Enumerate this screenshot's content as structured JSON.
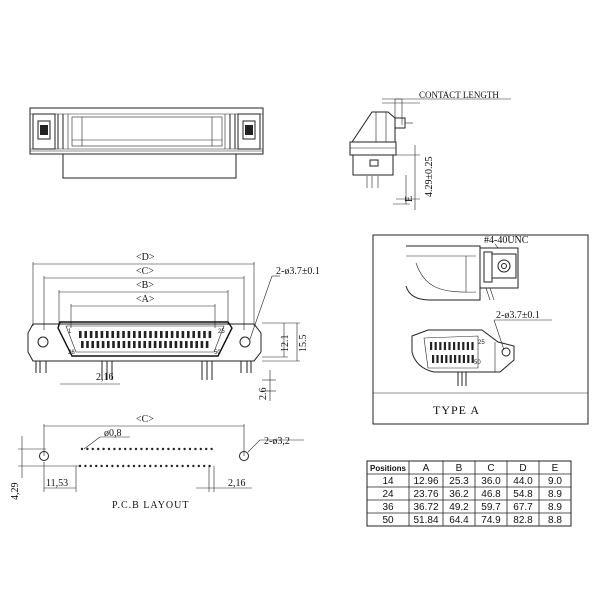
{
  "labels": {
    "contact_length": "CONTACT LENGTH",
    "side_height": "4.29±0.25",
    "side_e": "E",
    "dim_d": "<D>",
    "dim_c": "<C>",
    "dim_b": "<B>",
    "dim_a": "<A>",
    "mount_hole": "2-ø3.7±0.1",
    "height_12_1": "12.1",
    "height_15_5": "15.5",
    "pitch_2_16": "2,16",
    "pin_len_2_6": "2.6",
    "pin_1": "1",
    "pin_25": "25",
    "pin_26": "26",
    "pin_50": "50",
    "screw_label": "#4-40UNC",
    "type_a_hole": "2-ø3.7±0.1",
    "type_a_pin_25": "25",
    "type_a_pin_50": "50",
    "type_a_title": "TYPE A",
    "pcb_c": "<C>",
    "pcb_pin_hole": "ø0,8",
    "pcb_mount_hole": "2-ø3,2",
    "pcb_row_offset": "4,29",
    "pcb_11_53": "11,53",
    "pcb_2_16": "2,16",
    "pcb_title": "P.C.B LAYOUT"
  },
  "table": {
    "headers": [
      "Positions",
      "A",
      "B",
      "C",
      "D",
      "E"
    ],
    "rows": [
      [
        "14",
        "12.96",
        "25.3",
        "36.0",
        "44.0",
        "9.0"
      ],
      [
        "24",
        "23.76",
        "36.2",
        "46.8",
        "54.8",
        "8.9"
      ],
      [
        "36",
        "36.72",
        "49.2",
        "59.7",
        "67.7",
        "8.9"
      ],
      [
        "50",
        "51.84",
        "64.4",
        "74.9",
        "82.8",
        "8.8"
      ]
    ]
  }
}
